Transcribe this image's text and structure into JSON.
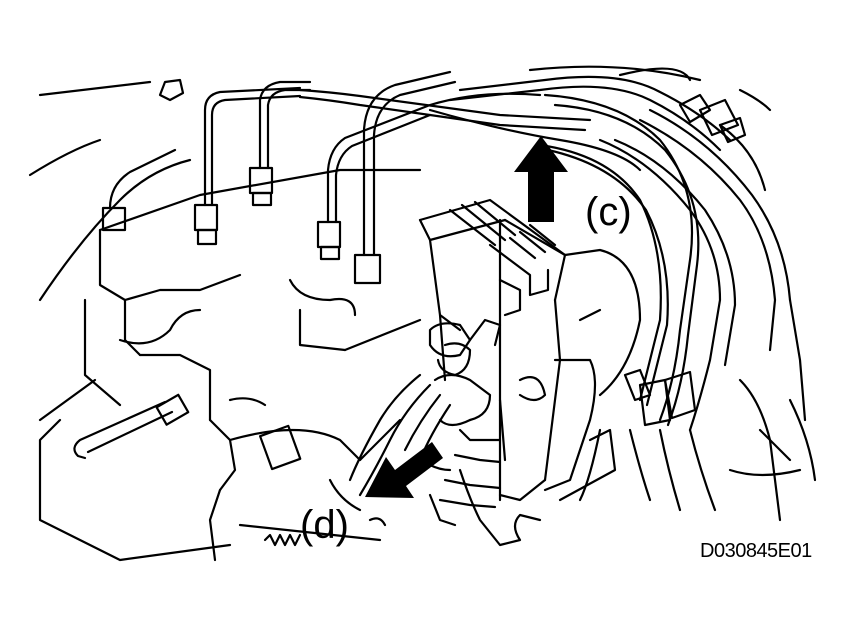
{
  "callouts": {
    "c": "(c)",
    "d": "(d)"
  },
  "figure_code": "D030845E01",
  "icons": {
    "arrow_c": "arrow-up-icon",
    "arrow_d": "arrow-down-left-icon"
  },
  "colors": {
    "line": "#000000",
    "background": "#ffffff"
  }
}
